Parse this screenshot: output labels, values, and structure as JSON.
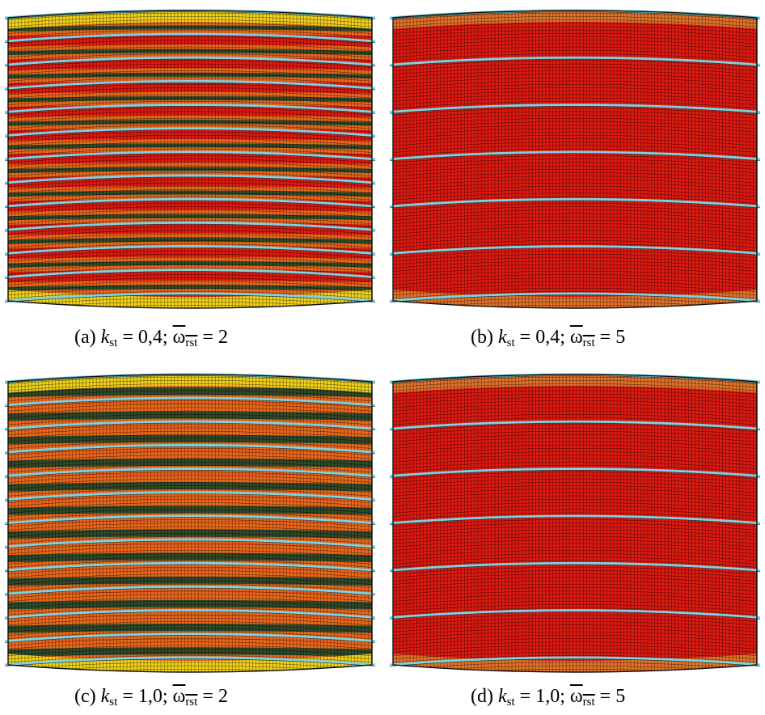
{
  "panels": [
    {
      "id": "a",
      "caption": {
        "label": "(a)",
        "k_symbol": "k",
        "k_sub": "st",
        "k_value": "0,4",
        "omega_symbol": "ω",
        "omega_sub": "rst",
        "omega_value": "2"
      },
      "ring_count": 11,
      "dark_bands": "thin",
      "edge_color": "#f2d21a"
    },
    {
      "id": "b",
      "caption": {
        "label": "(b)",
        "k_symbol": "k",
        "k_sub": "st",
        "k_value": "0,4",
        "omega_symbol": "ω",
        "omega_sub": "rst",
        "omega_value": "5"
      },
      "ring_count": 5,
      "dark_bands": "none",
      "edge_color": "#e3742a"
    },
    {
      "id": "c",
      "caption": {
        "label": "(c)",
        "k_symbol": "k",
        "k_sub": "st",
        "k_value": "1,0",
        "omega_symbol": "ω",
        "omega_sub": "rst",
        "omega_value": "2"
      },
      "ring_count": 11,
      "dark_bands": "thick",
      "edge_color": "#f2d21a"
    },
    {
      "id": "d",
      "caption": {
        "label": "(d)",
        "k_symbol": "k",
        "k_sub": "st",
        "k_value": "1,0",
        "omega_symbol": "ω",
        "omega_sub": "rst",
        "omega_value": "5"
      },
      "ring_count": 5,
      "dark_bands": "none",
      "edge_color": "#e3742a"
    }
  ],
  "colors": {
    "shell_red": "#e01a10",
    "shell_orange": "#f0781e",
    "shell_yellow": "#f5d21e",
    "dark_band": "#2f4a2a",
    "ring": "#7fd3e0",
    "grid": "#000000"
  }
}
